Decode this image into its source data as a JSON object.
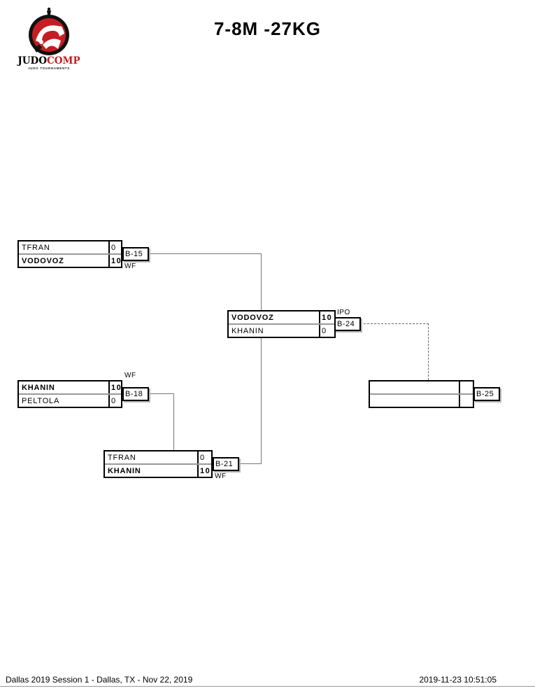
{
  "header": {
    "title": "7-8M -27KG",
    "logo": {
      "name_black": "JUDO",
      "name_red": "COMP",
      "tagline": "JUDO TOURNAMENTS",
      "ring_color": "#111111",
      "accent_red": "#c41e24"
    }
  },
  "bracket": {
    "matches": [
      {
        "id": "B-15",
        "result": "WF",
        "rows": [
          {
            "name": "TFRAN",
            "score": "0"
          },
          {
            "name": "VODOVOZ",
            "score": "10"
          }
        ]
      },
      {
        "id": "B-18",
        "result": "WF",
        "rows": [
          {
            "name": "KHANIN",
            "score": "10"
          },
          {
            "name": "PELTOLA",
            "score": "0"
          }
        ]
      },
      {
        "id": "B-21",
        "result": "WF",
        "rows": [
          {
            "name": "TFRAN",
            "score": "0"
          },
          {
            "name": "KHANIN",
            "score": "10"
          }
        ]
      },
      {
        "id": "B-24",
        "result": "IPO",
        "rows": [
          {
            "name": "VODOVOZ",
            "score": "10"
          },
          {
            "name": "KHANIN",
            "score": "0"
          }
        ]
      },
      {
        "id": "B-25",
        "result": "",
        "rows": [
          {
            "name": "",
            "score": ""
          },
          {
            "name": "",
            "score": ""
          }
        ]
      }
    ]
  },
  "footer": {
    "left": "Dallas 2019 Session 1 - Dallas, TX - Nov 22, 2019",
    "right": "2019-11-23 10:51:05"
  }
}
